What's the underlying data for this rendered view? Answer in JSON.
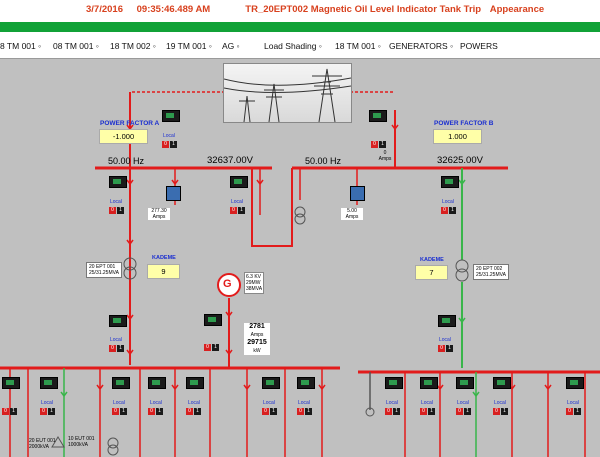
{
  "alarm_rows": [
    {
      "date": "3/7/2016",
      "time": "09:35:46.489 AM",
      "tag": "TR_20EPT002",
      "message": "Magnetic Oil Level Indicator Tank Trip",
      "state": "Appearance"
    }
  ],
  "nav": [
    "8 TM 001",
    "08 TM 001",
    "18 TM 002",
    "19 TM 001",
    "AG",
    "Load Shading",
    "18 TM 001",
    "GENERATORS",
    "POWERS"
  ],
  "power_factor_a": {
    "title": "POWER FACTOR A",
    "value": "-1.000"
  },
  "power_factor_b": {
    "title": "POWER FACTOR B",
    "value": "1.000"
  },
  "bus_a": {
    "freq": "50.00  Hz",
    "volt": "32637.00V"
  },
  "bus_b": {
    "freq": "50.00  Hz",
    "volt": "32625.00V"
  },
  "amps_left": {
    "value": "277.30",
    "unit": "Amps"
  },
  "amps_right": {
    "value": "5.00",
    "unit": "Amps"
  },
  "amps_top": {
    "value": "0",
    "unit": "Amps"
  },
  "kademe_left": {
    "title": "KADEME",
    "value": "9"
  },
  "kademe_right": {
    "title": "KADEME",
    "value": "7"
  },
  "tr_left": {
    "line1": "20 EPT 001",
    "line2": "25/31.25MVA"
  },
  "tr_right": {
    "line1": "20 EPT 002",
    "line2": "25/31.25MVA"
  },
  "generator": {
    "symbol": "G",
    "kv": "6.3 KV",
    "mw": "29MW",
    "mva": "38MVA"
  },
  "gen_amps": {
    "value": "2781",
    "unit": "Amps"
  },
  "gen_kw": {
    "value": "29715",
    "unit": "kW"
  },
  "local_label": "Local",
  "eut1": {
    "line1": "20 EUT 001",
    "line2": "2000kVA"
  },
  "eut2": {
    "line1": "10 EUT 001",
    "line2": "1000kVA"
  },
  "colors": {
    "red": "#e21b1b",
    "green": "#39b54a",
    "blue_label": "#1a2ed0"
  }
}
